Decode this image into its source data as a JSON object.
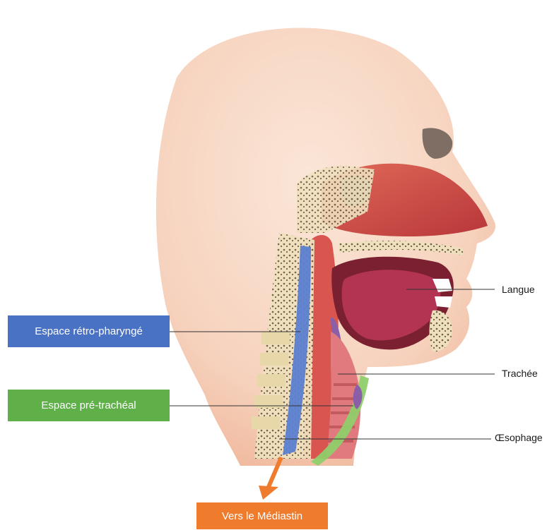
{
  "labels": {
    "retro": "Espace rétro-pharyngé",
    "pre": "Espace pré-trachéal",
    "mediastin": "Vers le Médiastin",
    "langue": "Langue",
    "trachee": "Trachée",
    "oesophage": "Œsophage"
  },
  "colors": {
    "retro": "#4a72c4",
    "pre": "#5fb048",
    "mediastin": "#ef7b2c",
    "skin": "#f7d9c6",
    "muscle": "#c8433f",
    "tongue": "#a8304a",
    "bone": "#f2e6c8"
  }
}
